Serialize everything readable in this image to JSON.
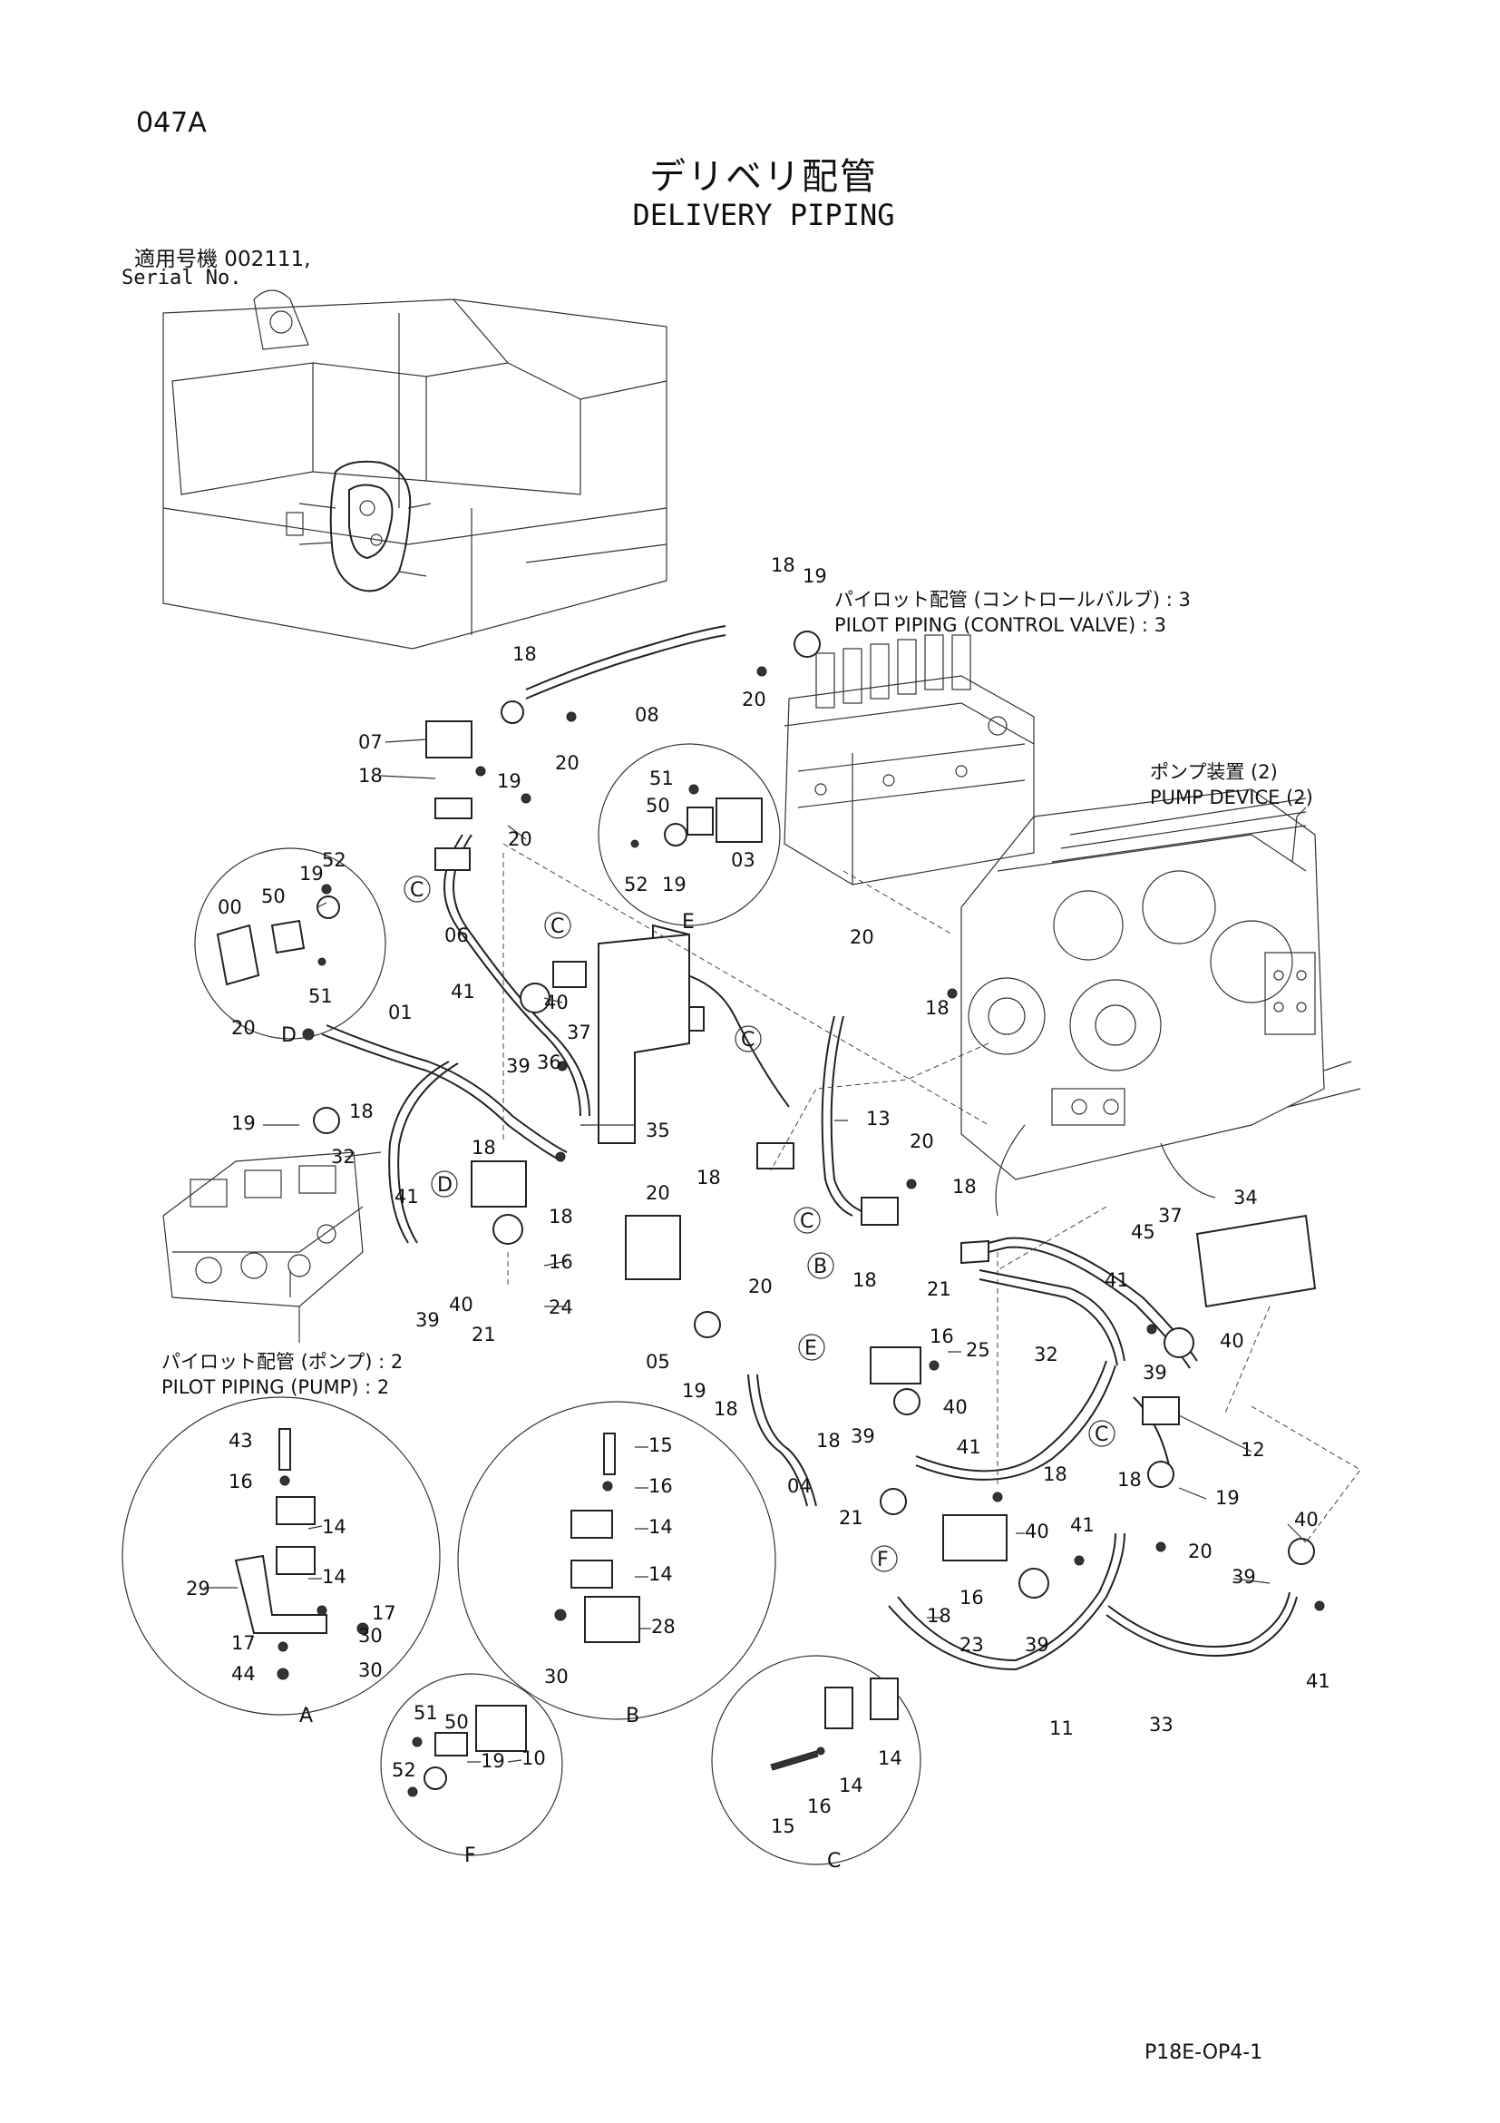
{
  "header": {
    "page_id": "047A",
    "title_jp": "デリベリ配管",
    "title_en": "DELIVERY PIPING",
    "serial_label_jp": "適用号機  002111,",
    "serial_label_en": "Serial No."
  },
  "annotations": {
    "pilot_cv_jp": "パイロット配管 (コントロールバルブ) : 3",
    "pilot_cv_en": "PILOT PIPING (CONTROL VALVE) : 3",
    "pump_device_jp": "ポンプ装置 (2)",
    "pump_device_en": "PUMP DEVICE (2)",
    "pilot_pump_jp": "パイロット配管 (ポンプ) : 2",
    "pilot_pump_en": "PILOT PIPING (PUMP) : 2"
  },
  "detail_letters": [
    "A",
    "B",
    "C",
    "D",
    "E",
    "F"
  ],
  "part_numbers": {
    "n18": "18",
    "n19": "19",
    "n20": "20",
    "n08": "08",
    "n07": "07",
    "n51": "51",
    "n50": "50",
    "n52": "52",
    "n03": "03",
    "n00": "00",
    "n06": "06",
    "n41": "41",
    "n40": "40",
    "n39": "39",
    "n36": "36",
    "n37": "37",
    "n01": "01",
    "n32": "32",
    "n35": "35",
    "n16": "16",
    "n24": "24",
    "n21": "21",
    "n13": "13",
    "n05": "05",
    "n25": "25",
    "n04": "04",
    "n45": "45",
    "n34": "34",
    "n12": "12",
    "n11": "11",
    "n33": "33",
    "n23": "23",
    "n43": "43",
    "n14": "14",
    "n29": "29",
    "n17": "17",
    "n44": "44",
    "n30": "30",
    "n15": "15",
    "n28": "28",
    "n10": "10"
  },
  "footer": {
    "doc_code": "P18E-OP4-1"
  }
}
